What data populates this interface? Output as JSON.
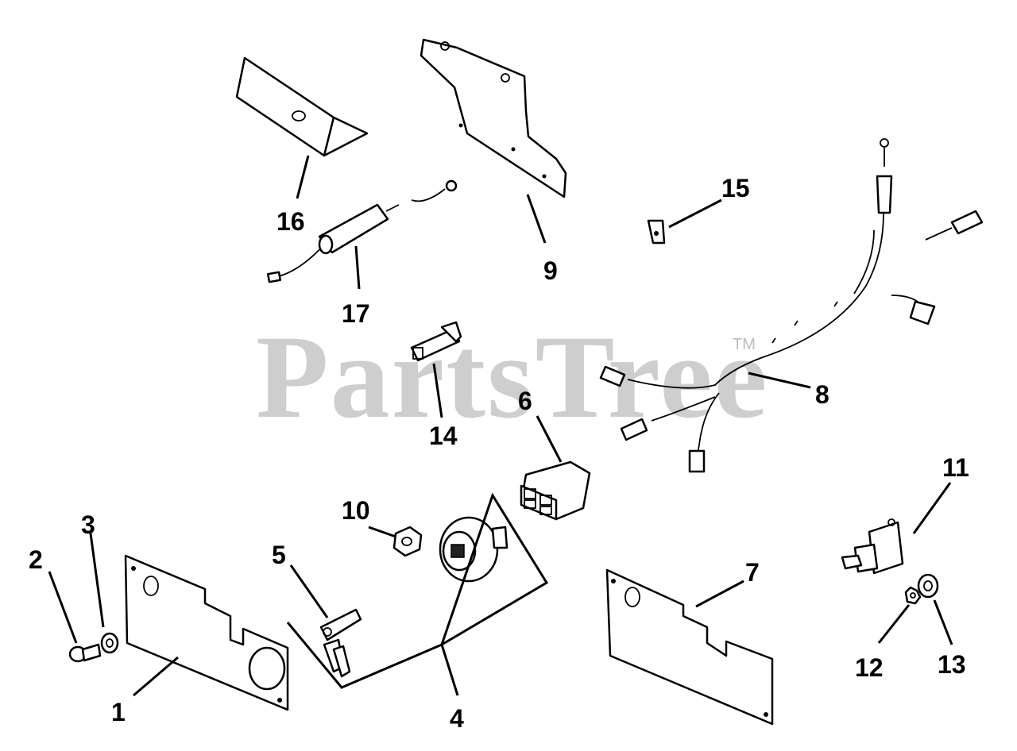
{
  "watermark": {
    "text": "PartsTree",
    "tm": "TM"
  },
  "callouts": {
    "c1": "1",
    "c2": "2",
    "c3": "3",
    "c4": "4",
    "c5": "5",
    "c6": "6",
    "c7": "7",
    "c8": "8",
    "c9": "9",
    "c10": "10",
    "c11": "11",
    "c12": "12",
    "c13": "13",
    "c14": "14",
    "c15": "15",
    "c16": "16",
    "c17": "17"
  }
}
